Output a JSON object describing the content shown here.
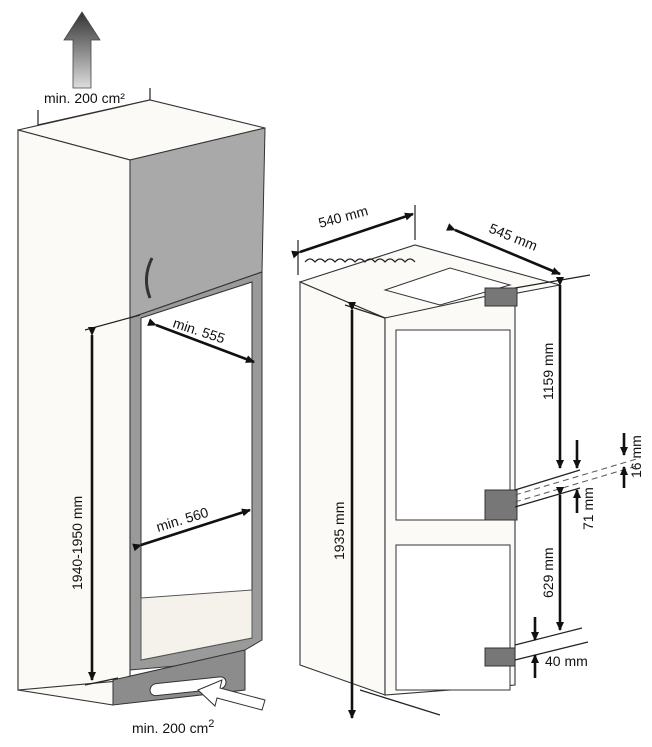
{
  "left_cabinet": {
    "vent_top": "min. 200 cm²",
    "depth_top": "min. 555",
    "width_niche": "min. 560",
    "height_niche": "1940-1950 mm",
    "vent_bottom": "min. 200 cm",
    "vent_bottom_sup": "2"
  },
  "fridge": {
    "width": "540 mm",
    "depth": "545 mm",
    "height": "1935 mm",
    "upper_door": "1159 mm",
    "gap_top": "16 mm",
    "hinge_gap": "71 mm",
    "lower_door": "629 mm",
    "bottom_gap": "40 mm"
  },
  "colors": {
    "door": "#a9a9a9",
    "frame": "#9a9a9a",
    "plinth": "#8c8c8c",
    "line": "#222222"
  }
}
